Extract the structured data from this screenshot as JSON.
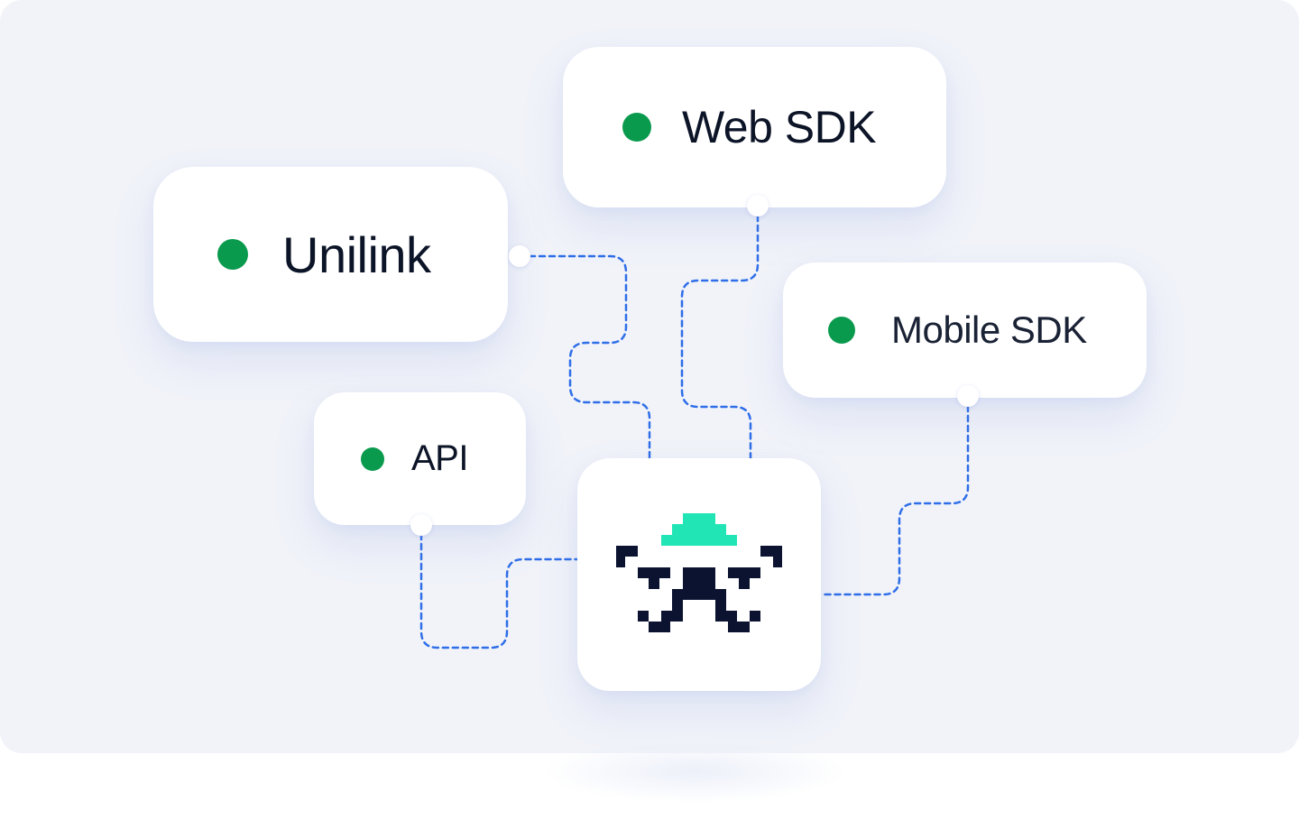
{
  "nodes": {
    "web_sdk": {
      "label": "Web SDK",
      "status_color": "#0a9a4e"
    },
    "unilink": {
      "label": "Unilink",
      "status_color": "#0a9a4e"
    },
    "mobile_sdk": {
      "label": "Mobile SDK",
      "status_color": "#0a9a4e"
    },
    "api": {
      "label": "API",
      "status_color": "#0a9a4e"
    },
    "hub": {
      "icon": "pixel-drone-logo-icon"
    }
  },
  "edges": [
    {
      "from": "unilink",
      "to": "hub"
    },
    {
      "from": "web_sdk",
      "to": "hub"
    },
    {
      "from": "mobile_sdk",
      "to": "hub"
    },
    {
      "from": "api",
      "to": "hub"
    }
  ],
  "colors": {
    "background": "#f1f3f9",
    "connector": "#2f6ee8",
    "status_dot": "#0a9a4e",
    "logo_dark": "#0b1331",
    "logo_accent": "#22e5b6"
  }
}
